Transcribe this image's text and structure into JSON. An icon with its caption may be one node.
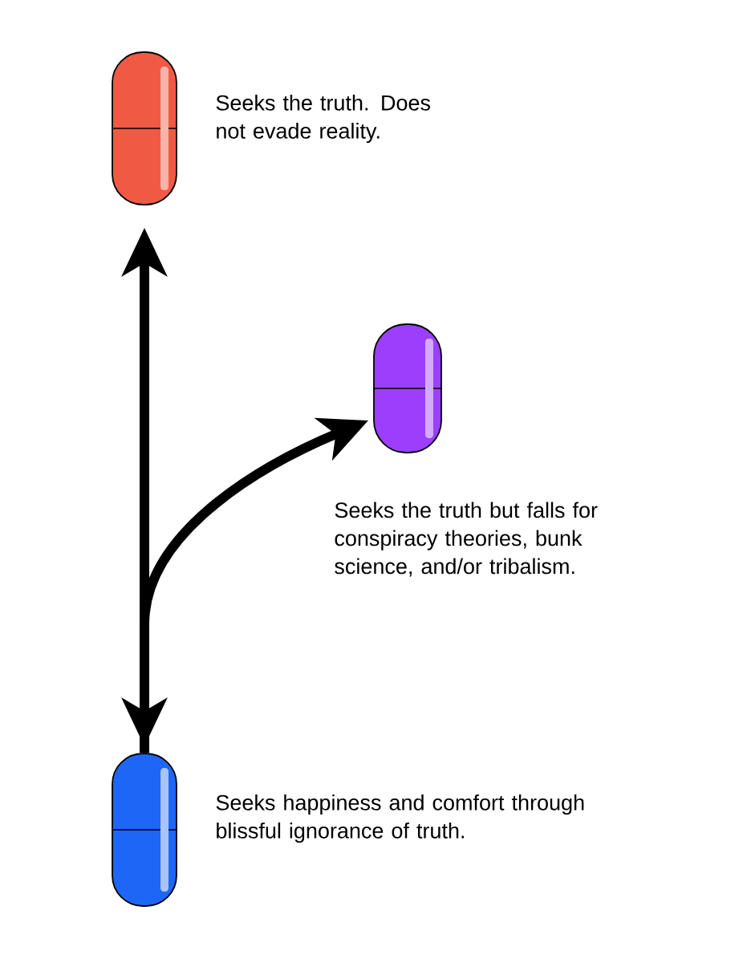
{
  "diagram": {
    "nodes": [
      {
        "text": [],
        "shape": "capsule",
        "beside": [
          "Seeks the truth. Does not evade reality."
        ]
      },
      {
        "text": [],
        "shape": "capsule",
        "beside": [
          "Seeks the truth but falls for conspiracy theories, bunk science, and/or tribalism."
        ]
      },
      {
        "text": [],
        "shape": "capsule",
        "beside": [
          "Seeks happiness and comfort through blissful ignorance of truth."
        ]
      }
    ],
    "edges": [
      {
        "from": 0,
        "to": 2,
        "arrow": "both"
      },
      {
        "from": 2,
        "to": 1,
        "arrow": "to"
      }
    ]
  }
}
